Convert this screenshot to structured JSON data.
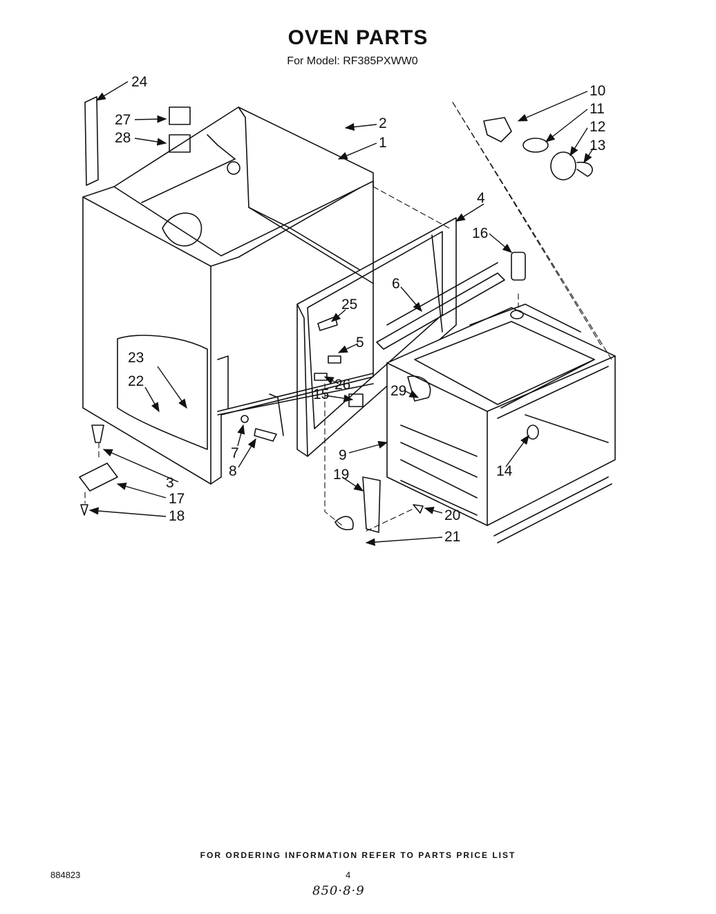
{
  "header": {
    "title": "OVEN PARTS",
    "subtitle": "For Model: RF385PXWW0"
  },
  "callouts": [
    "1",
    "2",
    "3",
    "4",
    "5",
    "6",
    "7",
    "8",
    "9",
    "10",
    "11",
    "12",
    "13",
    "14",
    "15",
    "16",
    "17",
    "18",
    "19",
    "20",
    "21",
    "22",
    "23",
    "24",
    "25",
    "26",
    "27",
    "28",
    "29"
  ],
  "footer": {
    "ordering_note": "FOR ORDERING INFORMATION REFER TO PARTS PRICE LIST",
    "doc_number": "884823",
    "page_number": "4",
    "handwritten_code": "850·8·9"
  }
}
